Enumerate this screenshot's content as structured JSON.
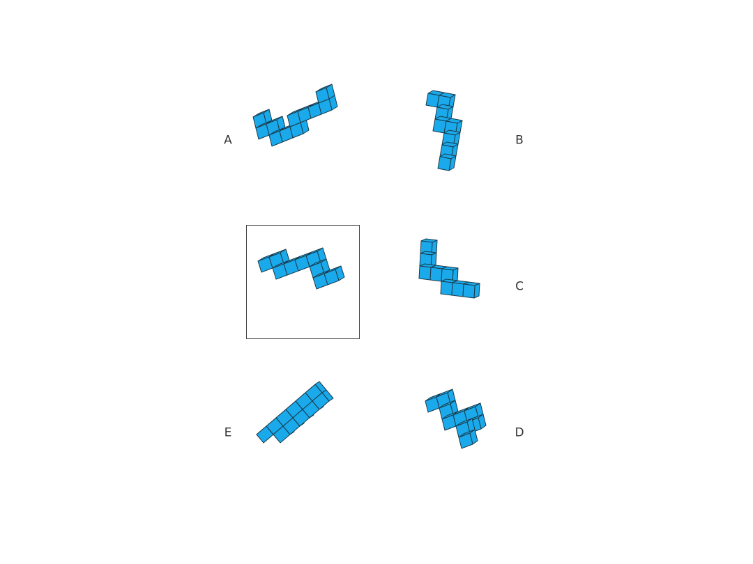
{
  "options": [
    {
      "key": "A",
      "label": "A"
    },
    {
      "key": "B",
      "label": "B"
    },
    {
      "key": "C",
      "label": "C"
    },
    {
      "key": "D",
      "label": "D"
    },
    {
      "key": "E",
      "label": "E"
    }
  ],
  "colors": {
    "cube_fill": "#1aa9ea",
    "cube_stroke": "#1a3a4a",
    "box_stroke": "#444444",
    "label": "#333333"
  }
}
